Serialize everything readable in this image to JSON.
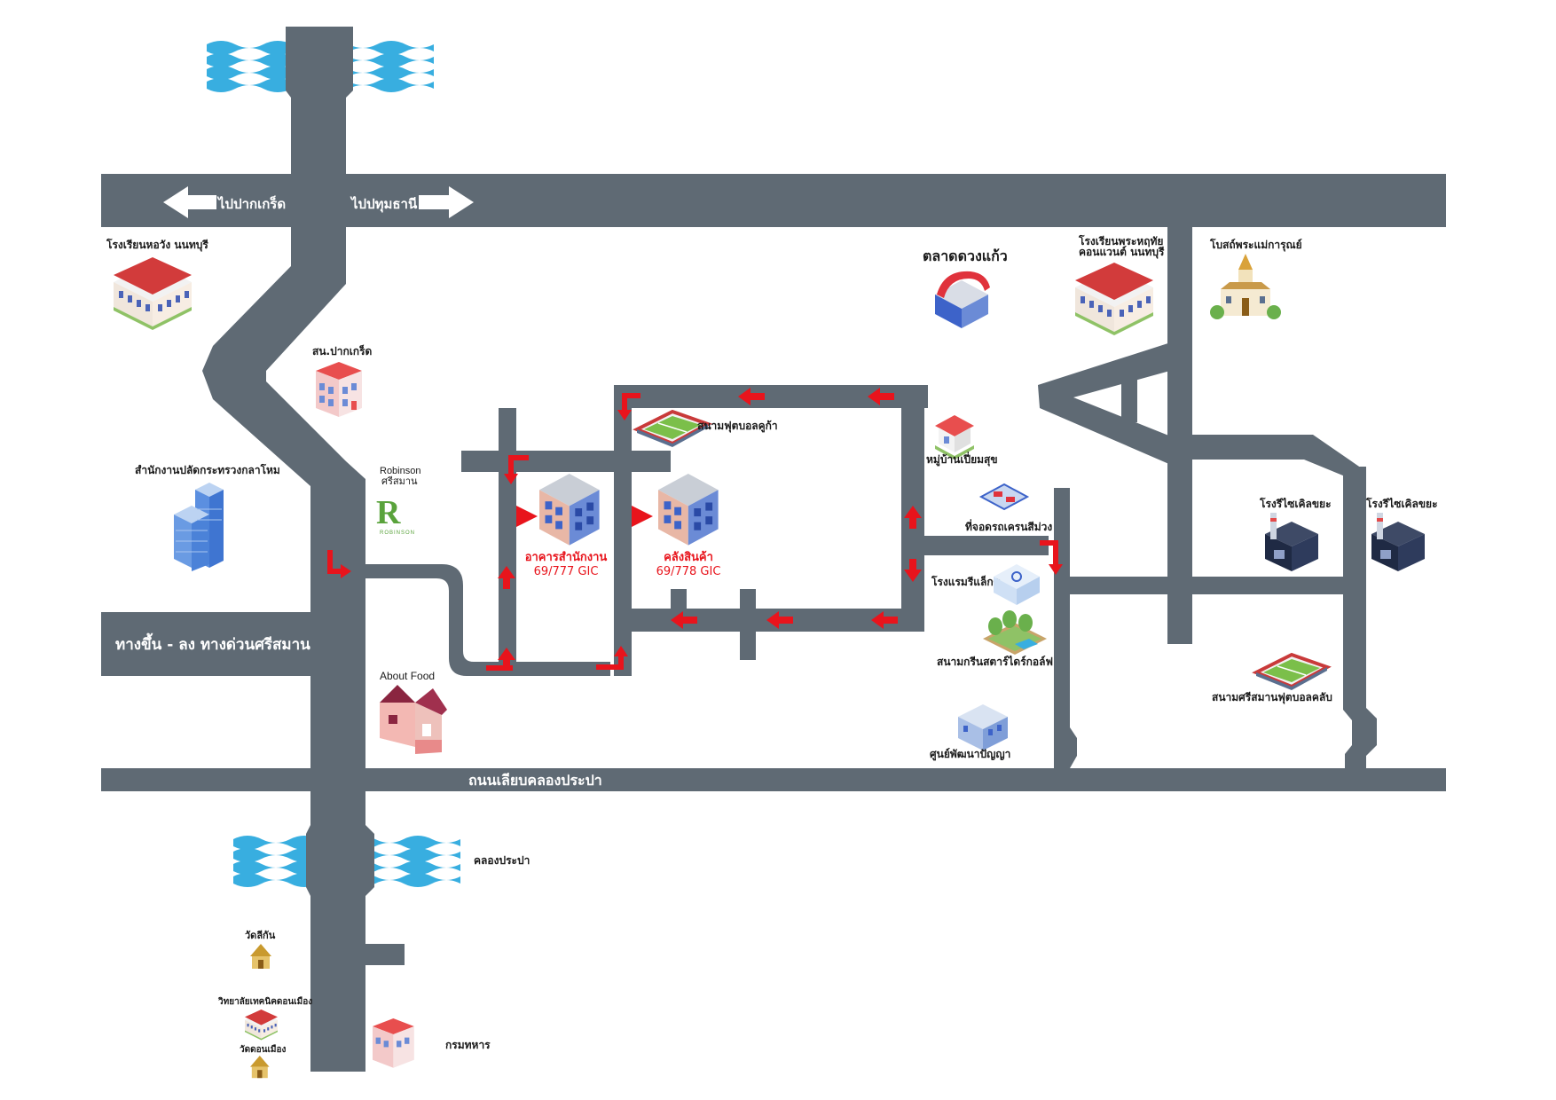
{
  "colors": {
    "road": "#5f6a74",
    "water": "#38aee0",
    "route_arrow": "#e8141c",
    "destination_text": "#e8141c",
    "background": "#ffffff"
  },
  "roads": {
    "top_road_left": "ไปปากเกร็ด",
    "top_road_right": "ไปปทุมธานี",
    "expressway": "ทางขึ้น - ลง ทางด่วนศรีสมาน",
    "bottom_road": "ถนนเลียบคลองประปา"
  },
  "destinations": {
    "office_name": "อาคารสำนักงาน",
    "office_no": "69/777 GIC",
    "warehouse_name": "คลังสินค้า",
    "warehouse_no": "69/778 GIC"
  },
  "landmarks": {
    "school_horwang": "โรงเรียนหอวัง นนทบุรี",
    "pakkret_police": "สน.ปากเกร็ด",
    "ministry_office": "สำนักงานปลัดกระทรวงกลาโหม",
    "robinson_line1": "Robinson",
    "robinson_line2": "ศรีสมาน",
    "robinson_logo_letter": "R",
    "robinson_logo_text": "ROBINSON",
    "about_food": "About Food",
    "canal": "คลองประปา",
    "wat_lakkan": "วัดลีกัน",
    "tech_college": "วิทยาลัยเทคนิคดอนเมือง",
    "wat_donmueang": "วัดดอนเมือง",
    "army_department": "กรมทหาร",
    "market": "ตลาดดวงแก้ว",
    "school_sacred_heart_line1": "โรงเรียนพระหฤทัย",
    "school_sacred_heart_line2": "คอนแวนต์ นนทบุรี",
    "church": "โบสถ์พระแม่การุณย์",
    "football_field_ku": "สนามฟุตบอลคูก้า",
    "village": "หมู่บ้านเปี่ยมสุข",
    "crane_parking": "ที่จอดรถเครนสีม่วง",
    "hotel": "โรงแรมรีแล็กซ์",
    "golf": "สนามกรีนสตาร์ไดร์กอล์ฟ",
    "development_center": "ศูนย์พัฒนาปัญญา",
    "recycle_1": "โรงรีไซเคิลขยะ",
    "recycle_2": "โรงรีไซเคิลขยะ",
    "srisaman_football": "สนามศรีสมานฟุตบอลคลับ"
  }
}
